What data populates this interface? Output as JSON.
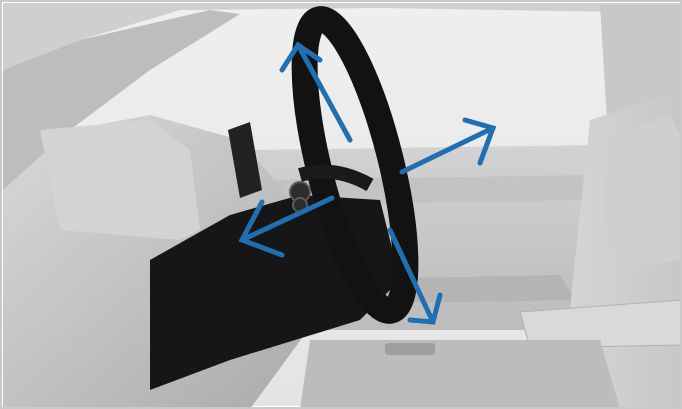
{
  "figure": {
    "description_visible_text": "",
    "colors": {
      "frame": "#c9c9c9",
      "background": "#e7e7e7",
      "interior_light": "#d7d7d7",
      "interior_mid": "#bdbdbd",
      "interior_dark": "#9a9a9a",
      "steering_black": "#121212",
      "arrow_blue": "#1f6fb2"
    },
    "icons": [
      "steering-wheel-illustration",
      "adjustment-arrow-up",
      "adjustment-arrow-down",
      "adjustment-arrow-forward",
      "adjustment-arrow-backward"
    ]
  }
}
